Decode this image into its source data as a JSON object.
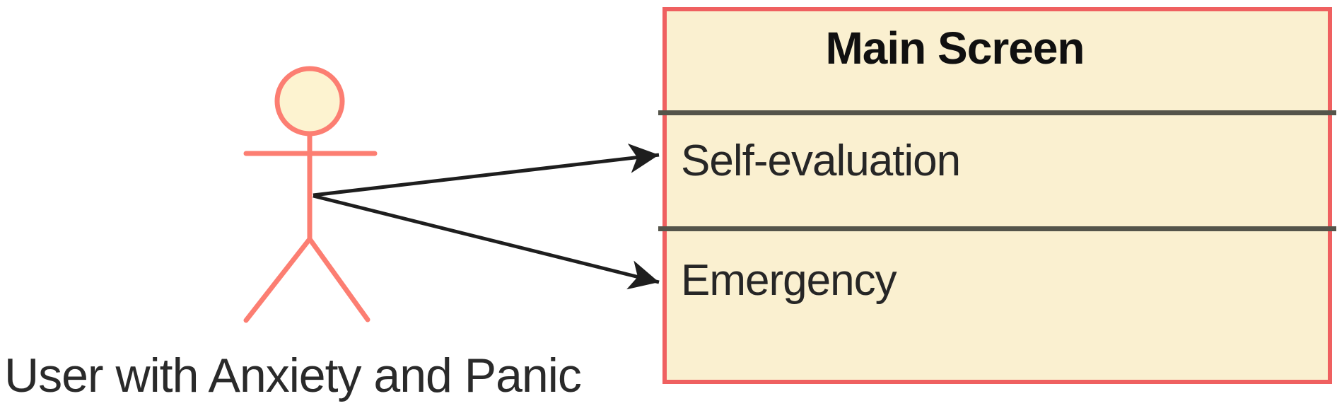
{
  "diagram": {
    "type": "uml-use-case",
    "actor": {
      "label": "User with Anxiety and Panic"
    },
    "box": {
      "title": "Main Screen",
      "items": [
        "Self-evaluation",
        "Emergency"
      ]
    },
    "connections": [
      {
        "from": "actor",
        "to": "Self-evaluation",
        "style": "arrow"
      },
      {
        "from": "actor",
        "to": "Emergency",
        "style": "arrow"
      }
    ]
  },
  "colors": {
    "box_fill": "#faf0d0",
    "box_border": "#ef6060",
    "figure_stroke": "#fc7e72",
    "head_fill": "#fdf3d0",
    "divider_color": "#54544a",
    "arrow_color": "#1e1e1e",
    "title_color": "#101010",
    "item_color": "#262626",
    "label_color": "#2a2a2a"
  }
}
